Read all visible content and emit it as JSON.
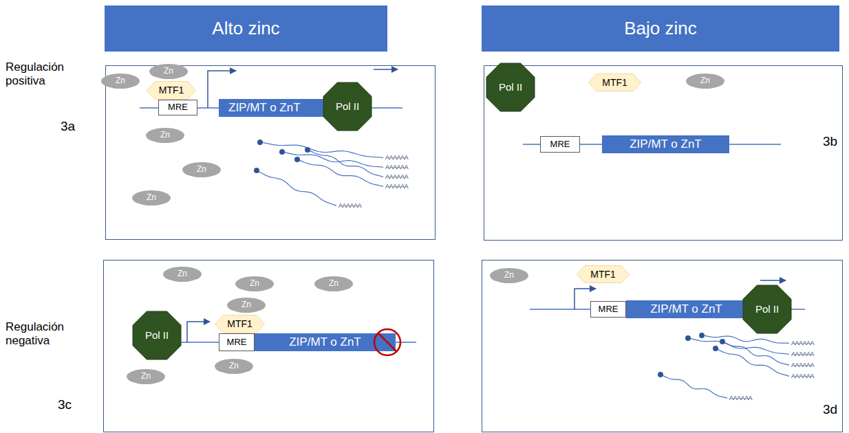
{
  "diagram": {
    "nodes": [
      {
        "text": [
          "Alto zinc"
        ]
      },
      {
        "text": [
          "Bajo zinc"
        ]
      },
      {
        "text": [
          "Zn"
        ]
      },
      {
        "text": [
          "Zn"
        ]
      },
      {
        "text": [
          "MTF1"
        ]
      },
      {
        "text": [
          "MRE"
        ]
      },
      {
        "text": [
          "ZIP/MT o ZnT"
        ]
      },
      {
        "text": [
          "Pol II"
        ]
      },
      {
        "text": [
          "Zn"
        ]
      },
      {
        "text": [
          "Zn"
        ]
      },
      {
        "text": [
          "Zn"
        ]
      },
      {
        "text": [
          "Pol II"
        ]
      },
      {
        "text": [
          "MTF1"
        ]
      },
      {
        "text": [
          "Zn"
        ]
      },
      {
        "text": [
          "MRE"
        ]
      },
      {
        "text": [
          "ZIP/MT o ZnT"
        ]
      },
      {
        "text": [
          "Zn"
        ]
      },
      {
        "text": [
          "Zn"
        ]
      },
      {
        "text": [
          "Zn"
        ]
      },
      {
        "text": [
          "Zn"
        ]
      },
      {
        "text": [
          "Pol II"
        ]
      },
      {
        "text": [
          "MTF1"
        ]
      },
      {
        "text": [
          "MRE"
        ]
      },
      {
        "text": [
          "ZIP/MT o ZnT"
        ]
      },
      {
        "text": [
          "Zn"
        ]
      },
      {
        "text": [
          "Zn"
        ]
      },
      {
        "text": [
          "Zn"
        ]
      },
      {
        "text": [
          "MTF1"
        ]
      },
      {
        "text": [
          "MRE"
        ]
      },
      {
        "text": [
          "ZIP/MT o ZnT"
        ]
      },
      {
        "text": [
          "Pol II"
        ]
      }
    ],
    "labels": [
      "Regulación positiva",
      "3a",
      "AAAAAA",
      "AAAAAA",
      "AAAAAA",
      "AAAAAA",
      "AAAAAA",
      "3b",
      "Regulación negativa",
      "3c",
      "3d",
      "AAAAAA",
      "AAAAAA",
      "AAAAAA",
      "AAAAAA",
      "AAAAAA"
    ]
  }
}
